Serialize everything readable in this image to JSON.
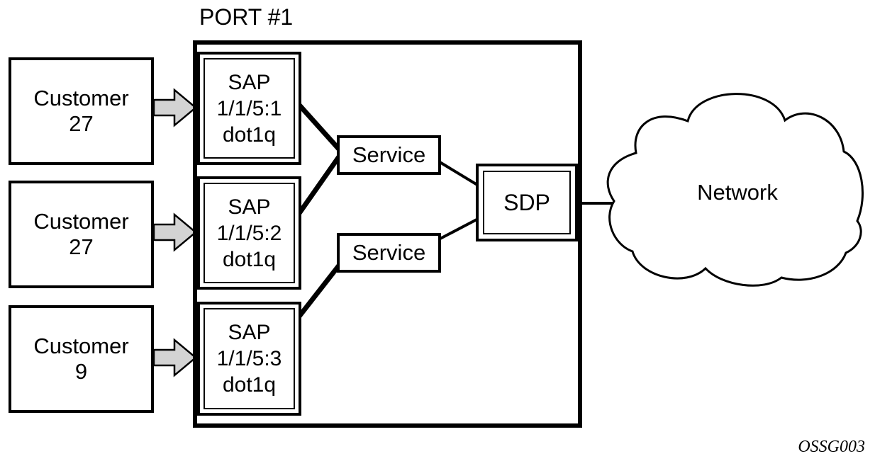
{
  "figure": {
    "port_label": "PORT #1",
    "figure_code": "OSSG003",
    "network_label": "Network",
    "sdp_label": "SDP",
    "customers": [
      {
        "name": "Customer",
        "id": "27"
      },
      {
        "name": "Customer",
        "id": "27"
      },
      {
        "name": "Customer",
        "id": "9"
      }
    ],
    "saps": [
      {
        "l1": "SAP",
        "l2": "1/1/5:1",
        "l3": "dot1q"
      },
      {
        "l1": "SAP",
        "l2": "1/1/5:2",
        "l3": "dot1q"
      },
      {
        "l1": "SAP",
        "l2": "1/1/5:3",
        "l3": "dot1q"
      }
    ],
    "services": [
      {
        "label": "Service"
      },
      {
        "label": "Service"
      }
    ],
    "colors": {
      "stroke": "#000000",
      "arrow_fill": "#d3d3d3",
      "background": "#ffffff"
    }
  }
}
